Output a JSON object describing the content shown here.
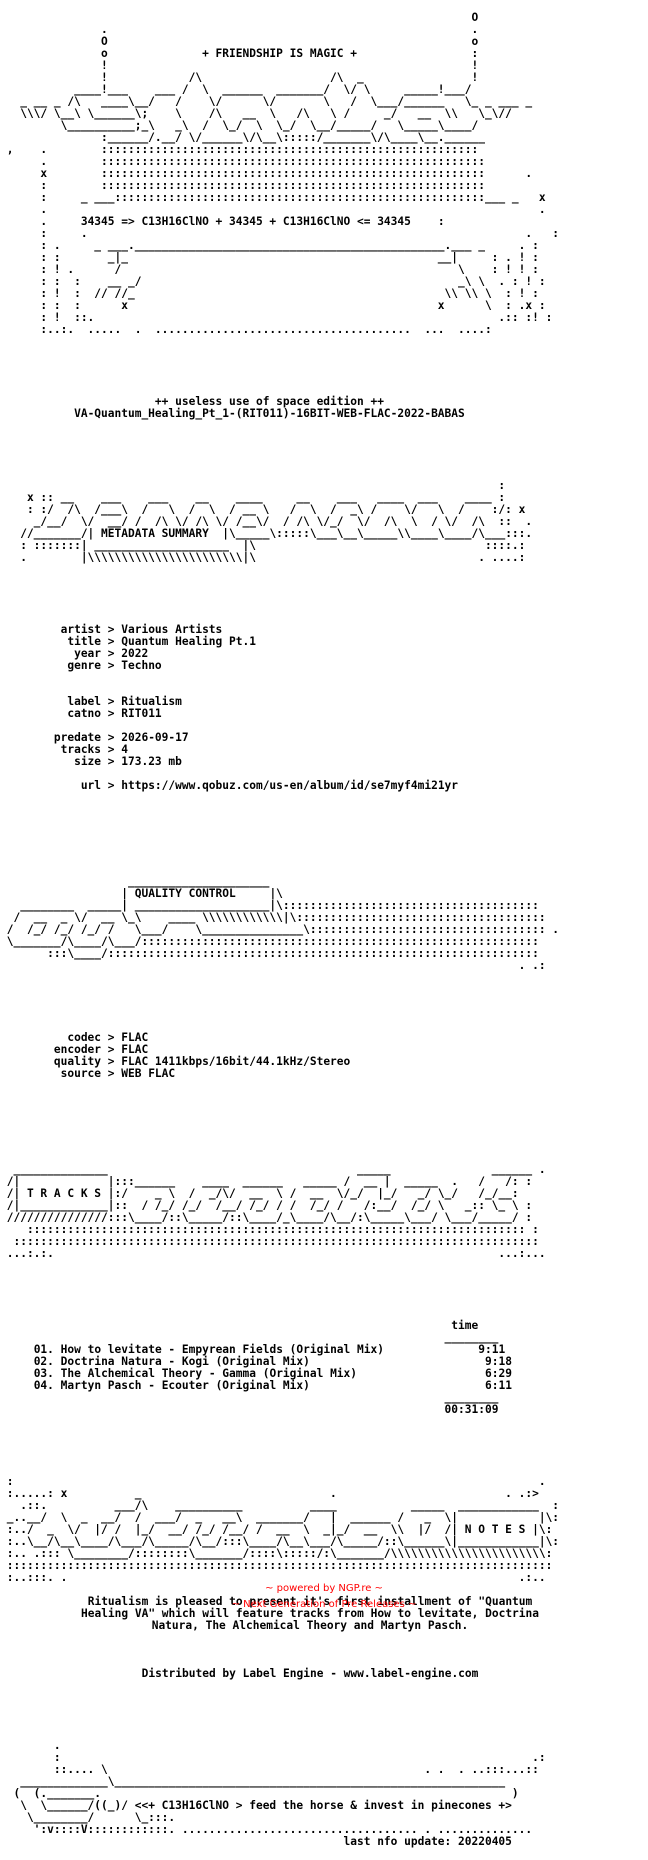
{
  "header": {
    "slogan": "+ FRIENDSHIP IS MAGIC +",
    "formula": "34345 => C13H16ClNO + 34345 + C13H16ClNO <= 34345"
  },
  "release": {
    "edition": "++ useless use of space edition ++",
    "name": "VA-Quantum_Healing_Pt_1-(RIT011)-16BIT-WEB-FLAC-2022-BABAS"
  },
  "metadata": {
    "section_title": "METADATA SUMMARY",
    "fields": [
      {
        "key": "artist",
        "value": "Various Artists"
      },
      {
        "key": "title",
        "value": "Quantum Healing Pt.1"
      },
      {
        "key": "year",
        "value": "2022"
      },
      {
        "key": "genre",
        "value": "Techno"
      },
      {
        "key": "label",
        "value": "Ritualism"
      },
      {
        "key": "catno",
        "value": "RIT011"
      },
      {
        "key": "predate",
        "value": "2026-09-17"
      },
      {
        "key": "tracks",
        "value": "4"
      },
      {
        "key": "size",
        "value": "173.23 mb"
      },
      {
        "key": "url",
        "value": "https://www.qobuz.com/us-en/album/id/se7myf4mi21yr"
      }
    ]
  },
  "quality": {
    "section_title": "QUALITY CONTROL",
    "fields": [
      {
        "key": "codec",
        "value": "FLAC"
      },
      {
        "key": "encoder",
        "value": "FLAC"
      },
      {
        "key": "quality",
        "value": "FLAC 1411kbps/16bit/44.1kHz/Stereo"
      },
      {
        "key": "source",
        "value": "WEB FLAC"
      }
    ]
  },
  "tracks": {
    "section_title": "T R A C K S",
    "time_header": "time",
    "items": [
      {
        "no": "01.",
        "title": "How to levitate - Empyrean Fields (Original Mix)",
        "time": "9:11"
      },
      {
        "no": "02.",
        "title": "Doctrina Natura - Kogi (Original Mix)",
        "time": "9:18"
      },
      {
        "no": "03.",
        "title": "The Alchemical Theory - Gamma (Original Mix)",
        "time": "6:29"
      },
      {
        "no": "04.",
        "title": "Martyn Pasch - Ecouter (Original Mix)",
        "time": "6:11"
      }
    ],
    "total": "00:31:09"
  },
  "notes": {
    "section_title": "N O T E S",
    "lines": [
      "Ritualism is pleased to present it's first installment of \"Quantum",
      "Healing VA\" which will feature tracks from How to levitate, Doctrina",
      "Natura, The Alchemical Theory and Martyn Pasch."
    ],
    "distributed": "Distributed by Label Engine - www.label-engine.com"
  },
  "outro": {
    "motto": "<<+ C13H16ClNO > feed the horse & invest in pinecones +>",
    "last_update": "last nfo update: 20220405"
  },
  "footer": {
    "powered": "~ powered by NGP.re ~",
    "tagline": "~ Next Generation of Pre Releases ~"
  }
}
